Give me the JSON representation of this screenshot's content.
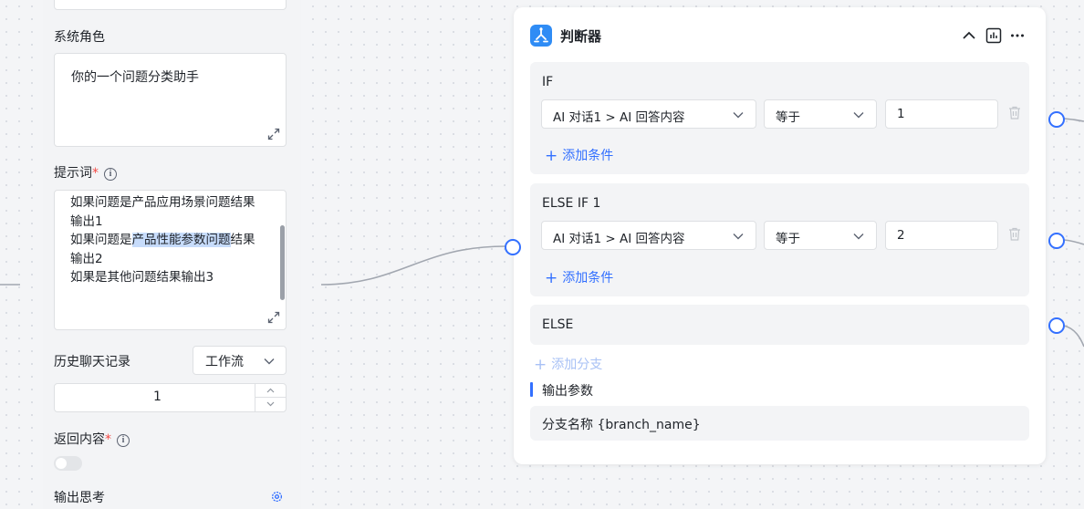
{
  "left_node": {
    "system_role": {
      "label": "系统角色",
      "value": "你的一个问题分类助手"
    },
    "prompt": {
      "label": "提示词",
      "required_mark": "*",
      "line1": "如果问题是产品应用场景问题结果",
      "line2": "输出1",
      "line3_pre": "如果问题是",
      "line3_highlight": "产品性能参数问题",
      "line3_post": "结果",
      "line4": "输出2",
      "line5": "如果是其他问题结果输出3"
    },
    "history": {
      "label": "历史聊天记录",
      "select_value": "工作流",
      "count_value": "1"
    },
    "return_content": {
      "label": "返回内容",
      "required_mark": "*",
      "toggle_on": false
    },
    "output_thinking": {
      "label": "输出思考"
    }
  },
  "judge_node": {
    "title": "判断器",
    "accent_color": "#2f8cf5",
    "if_branch": {
      "label": "IF",
      "variable": "AI 对话1 > AI 回答内容",
      "operator": "等于",
      "value": "1",
      "add_condition": "添加条件"
    },
    "else_if_branch": {
      "label": "ELSE IF 1",
      "variable": "AI 对话1 > AI 回答内容",
      "operator": "等于",
      "value": "2",
      "add_condition": "添加条件"
    },
    "else_branch": {
      "label": "ELSE"
    },
    "add_branch": "添加分支",
    "output_params": {
      "label": "输出参数",
      "param": "分支名称 {branch_name}"
    }
  },
  "colors": {
    "link_blue": "#3370ff",
    "port_border": "#3370ff",
    "edge": "#a2a7b0"
  }
}
